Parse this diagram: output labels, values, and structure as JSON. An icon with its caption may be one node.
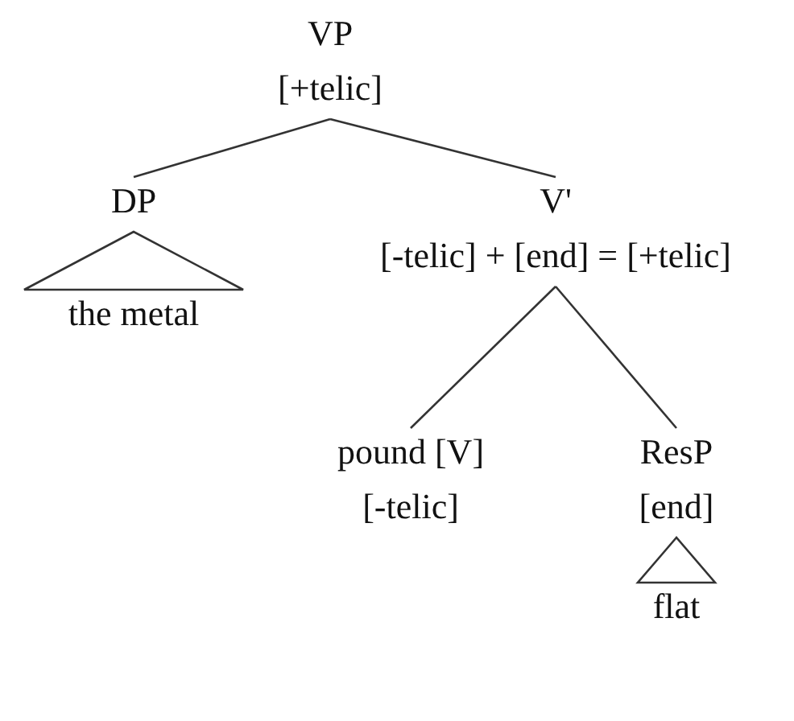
{
  "diagram": {
    "nodes": [
      {
        "text": [
          "VP",
          "[+telic]"
        ]
      },
      {
        "text": [
          "DP"
        ]
      },
      {
        "text": [
          "the metal"
        ]
      },
      {
        "text": [
          "V'",
          "[-telic] + [end] = [+telic]"
        ]
      },
      {
        "text": [
          "pound [V]",
          "[-telic]"
        ]
      },
      {
        "text": [
          "ResP",
          "[end]"
        ]
      },
      {
        "text": [
          "flat"
        ]
      }
    ],
    "edges": [
      {
        "from": 0,
        "to": 1,
        "arrow": "none"
      },
      {
        "from": 0,
        "to": 3,
        "arrow": "none"
      },
      {
        "from": 1,
        "to": 2,
        "arrow": "none"
      },
      {
        "from": 3,
        "to": 4,
        "arrow": "none"
      },
      {
        "from": 3,
        "to": 5,
        "arrow": "none"
      },
      {
        "from": 5,
        "to": 6,
        "arrow": "none"
      }
    ]
  }
}
